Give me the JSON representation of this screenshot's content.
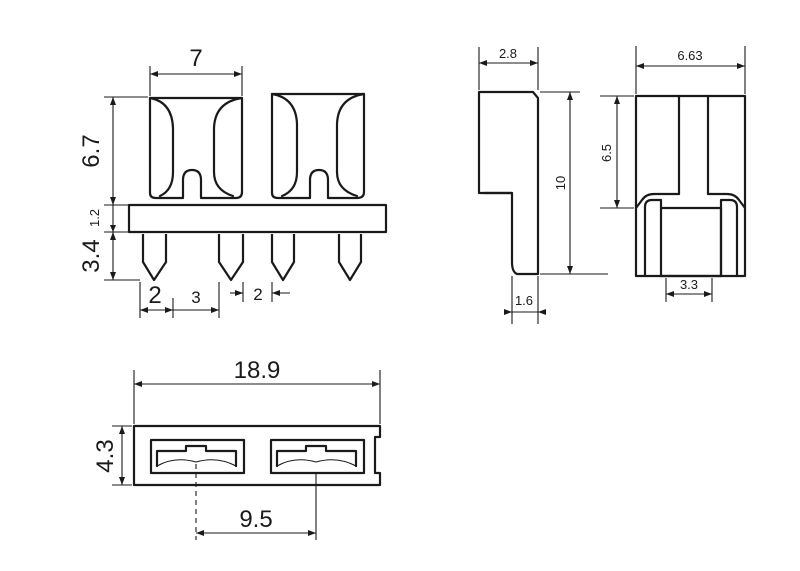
{
  "dimensions": {
    "front_width": "7",
    "front_body_height": "6.7",
    "front_base_thickness": "1.2",
    "front_pin_length": "3.4",
    "front_pin_offset": "2",
    "front_pin_pitch": "3",
    "front_pin_gap": "2",
    "side_top_width": "2.8",
    "side_height": "10",
    "side_tip_width": "1.6",
    "end_width": "6.63",
    "end_upper_height": "6.5",
    "end_slot_width": "3.3",
    "bottom_length": "18.9",
    "bottom_height": "4.3",
    "bottom_pitch": "9.5"
  }
}
